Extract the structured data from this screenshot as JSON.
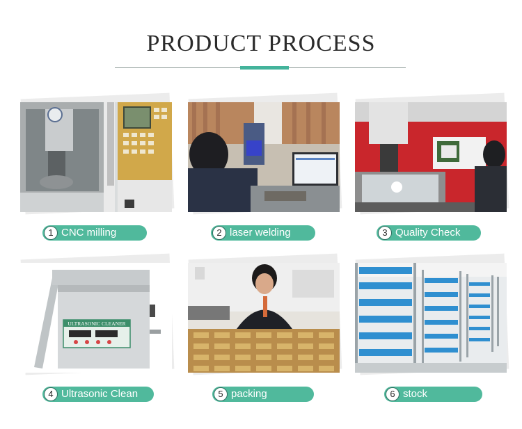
{
  "title": "PRODUCT PROCESS",
  "steps": [
    {
      "number": "1",
      "label": "CNC milling"
    },
    {
      "number": "2",
      "label": "laser welding"
    },
    {
      "number": "3",
      "label": "Quality Check"
    },
    {
      "number": "4",
      "label": "Ultrasonic Clean"
    },
    {
      "number": "5",
      "label": "packing"
    },
    {
      "number": "6",
      "label": "stock"
    }
  ],
  "cleaner_panel_text": "ULTRASONIC CLEANER",
  "colors": {
    "accent": "#50b99c",
    "title": "#2b2b2b"
  }
}
